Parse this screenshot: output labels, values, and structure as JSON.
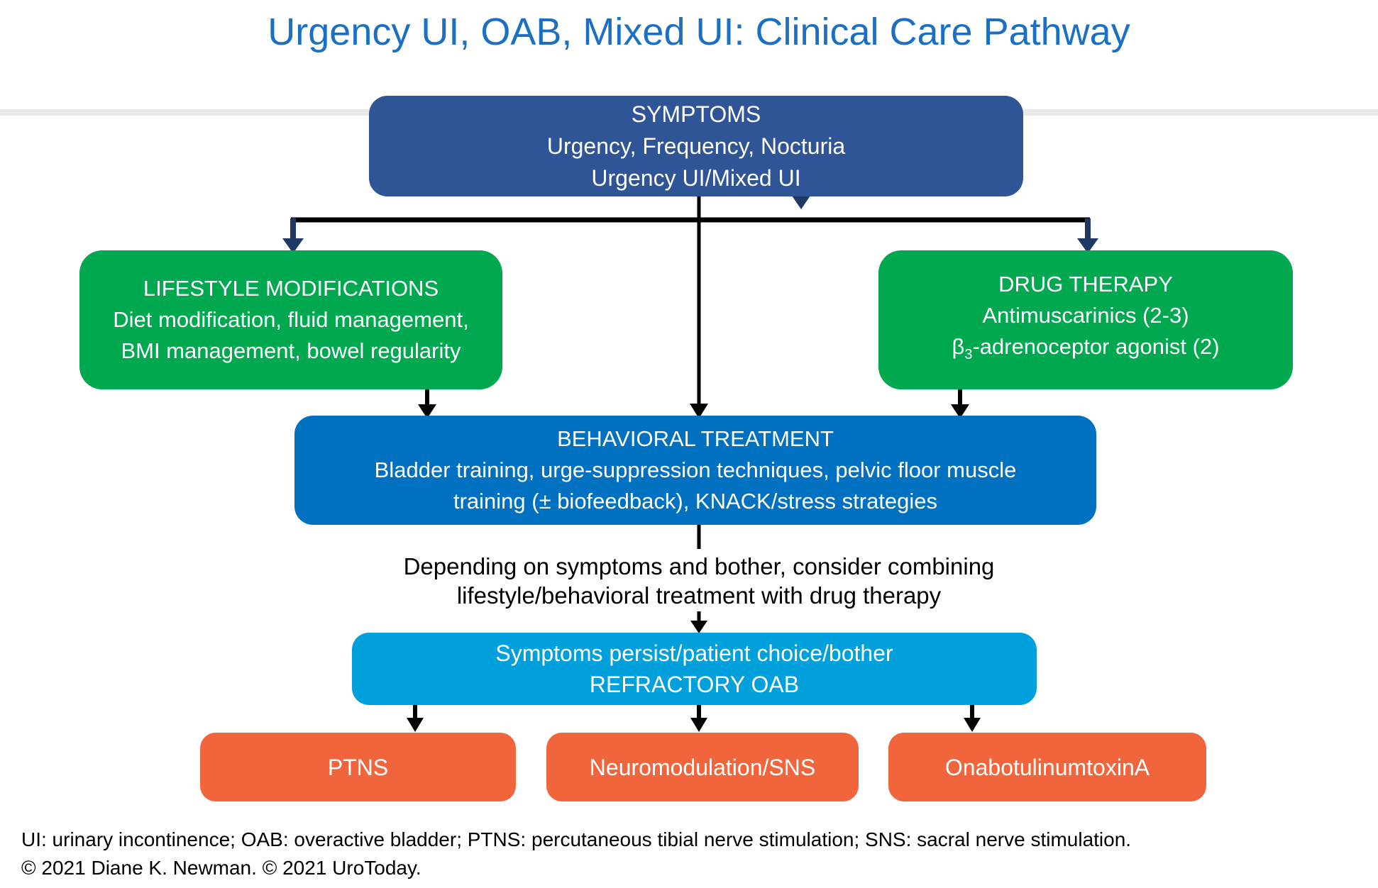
{
  "title": "Urgency UI, OAB, Mixed UI: Clinical Care Pathway",
  "colors": {
    "title-blue": "#1C70C4",
    "navy": "#2F5597",
    "green": "#00A84F",
    "blue": "#0070C0",
    "cyan": "#00A0DC",
    "orange": "#F0653B",
    "arrow-navy": "#1F3864",
    "arrow-black": "#000000",
    "band-gray": "#E9E9E9",
    "text-black": "#000000"
  },
  "nodes": {
    "symptoms": {
      "lines": [
        "SYMPTOMS",
        "Urgency, Frequency, Nocturia",
        "Urgency UI/Mixed UI"
      ]
    },
    "lifestyle": {
      "lines": [
        "LIFESTYLE MODIFICATIONS",
        "Diet modification, fluid management,",
        "BMI management, bowel regularity"
      ]
    },
    "drug_therapy": {
      "title": "DRUG THERAPY",
      "line2": "Antimuscarinics (2-3)",
      "beta": "β",
      "beta_sub": "3",
      "beta_rest": "-adrenoceptor agonist (2)"
    },
    "behavioral": {
      "lines": [
        "BEHAVIORAL TREATMENT",
        "Bladder training, urge-suppression techniques, pelvic floor muscle",
        "training (± biofeedback), KNACK/stress strategies"
      ]
    },
    "combine_note": {
      "lines": [
        "Depending on symptoms and bother, consider combining",
        "lifestyle/behavioral treatment with drug therapy"
      ]
    },
    "refractory": {
      "lines": [
        "Symptoms persist/patient choice/bother",
        "REFRACTORY OAB"
      ]
    },
    "ptns": {
      "label": "PTNS"
    },
    "neuromodulation": {
      "label": "Neuromodulation/SNS"
    },
    "onabotulinumtoxina": {
      "label": "OnabotulinumtoxinA"
    }
  },
  "footer": {
    "line1": "UI: urinary incontinence; OAB: overactive bladder; PTNS: percutaneous tibial nerve stimulation; SNS: sacral nerve stimulation.",
    "line2": "© 2021 Diane K. Newman. © 2021 UroToday."
  }
}
